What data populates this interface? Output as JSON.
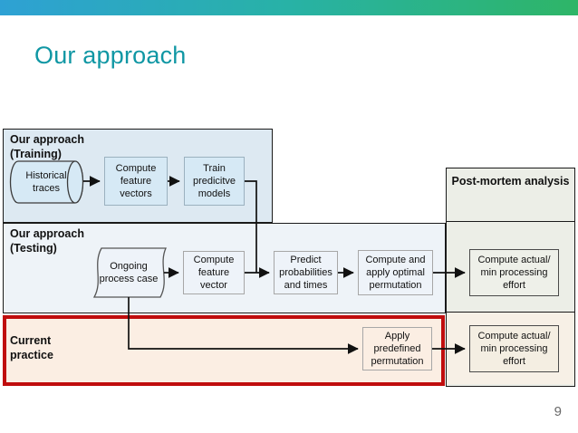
{
  "slide": {
    "title": "Our approach",
    "page_number": "9",
    "colors": {
      "topbar_gradient_left": "#2ea1d4",
      "topbar_gradient_mid": "#28b2a6",
      "topbar_gradient_right": "#2eb567",
      "title_teal": "#1097a4",
      "highlight_red": "#c00d0d",
      "training_fill": "#dde9f2",
      "testing_fill": "#eef3f8",
      "postmortem_fill": "#eceee7",
      "current_practice_fill": "#fbeee3"
    }
  },
  "diagram": {
    "sections": {
      "training": {
        "label": "Our approach (Training)"
      },
      "testing": {
        "label": "Our approach (Testing)"
      },
      "current_practice": {
        "label": "Current practice"
      },
      "post_mortem": {
        "label": "Post-mortem analysis"
      }
    },
    "nodes": {
      "historical_traces": "Historical traces",
      "compute_feature_vectors": "Compute feature vectors",
      "train_predictive_models": "Train predicitve models",
      "ongoing_process_case": "Ongoing process case",
      "compute_feature_vector": "Compute feature vector",
      "predict_probabilities": "Predict probabilities and times",
      "compute_apply_optimal": "Compute and apply optimal permutation",
      "compute_actual_effort_top": "Compute actual/ min processing effort",
      "apply_predefined": "Apply predefined permutation",
      "compute_actual_effort_bottom": "Compute actual/ min processing effort"
    }
  }
}
